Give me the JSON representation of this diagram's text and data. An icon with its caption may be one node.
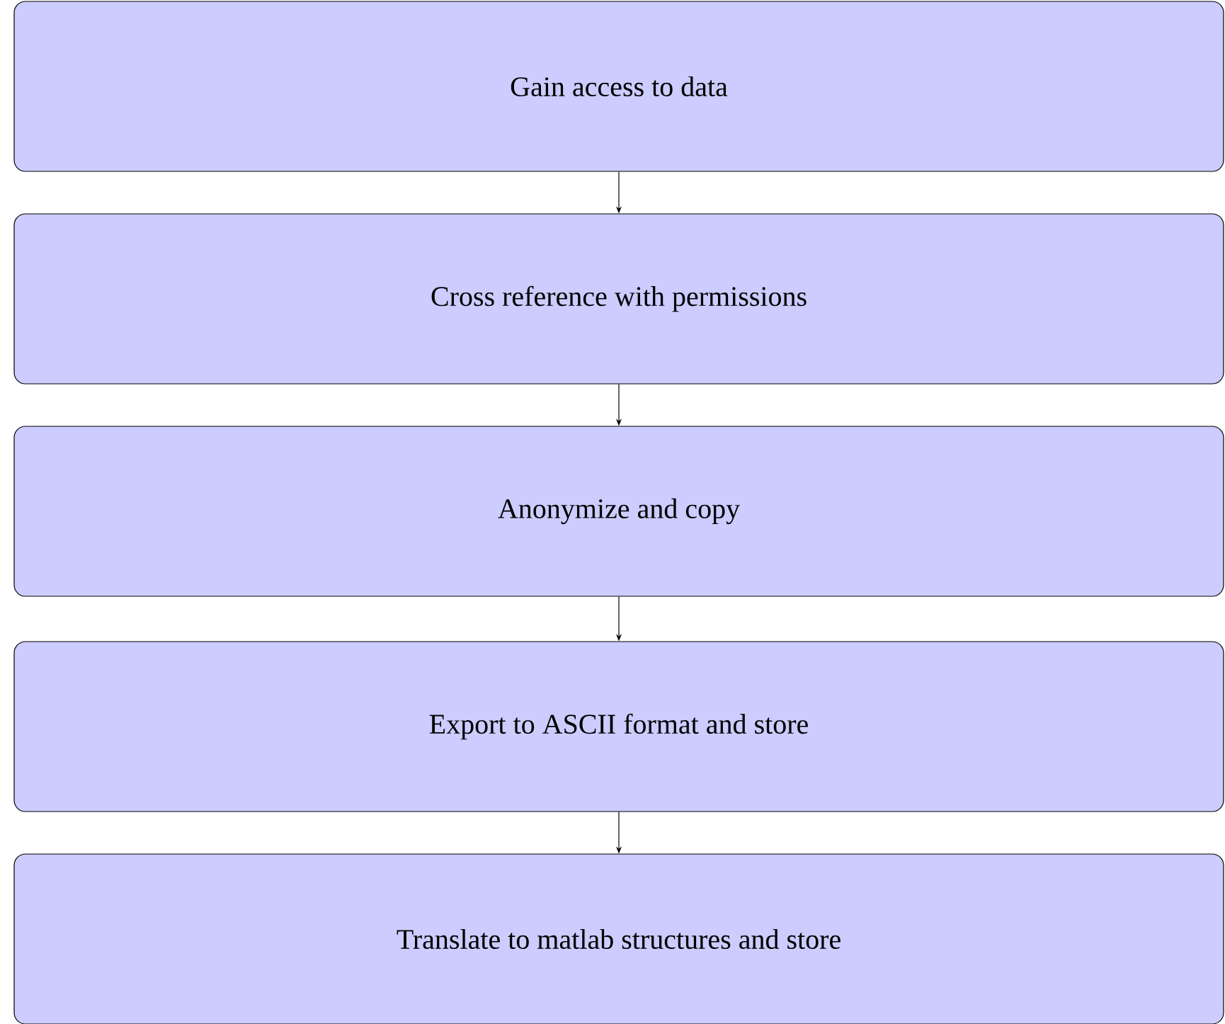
{
  "diagram": {
    "nodes": [
      {
        "text": [
          "Gain access to data"
        ]
      },
      {
        "text": [
          "Cross reference with permissions"
        ]
      },
      {
        "text": [
          "Anonymize and copy"
        ]
      },
      {
        "text": [
          "Export to ASCII format and store"
        ]
      },
      {
        "text": [
          "Translate to matlab structures and store"
        ]
      }
    ],
    "edges": [
      {
        "from": 0,
        "to": 1,
        "arrow": "to"
      },
      {
        "from": 1,
        "to": 2,
        "arrow": "to"
      },
      {
        "from": 2,
        "to": 3,
        "arrow": "to"
      },
      {
        "from": 3,
        "to": 4,
        "arrow": "to"
      }
    ]
  }
}
